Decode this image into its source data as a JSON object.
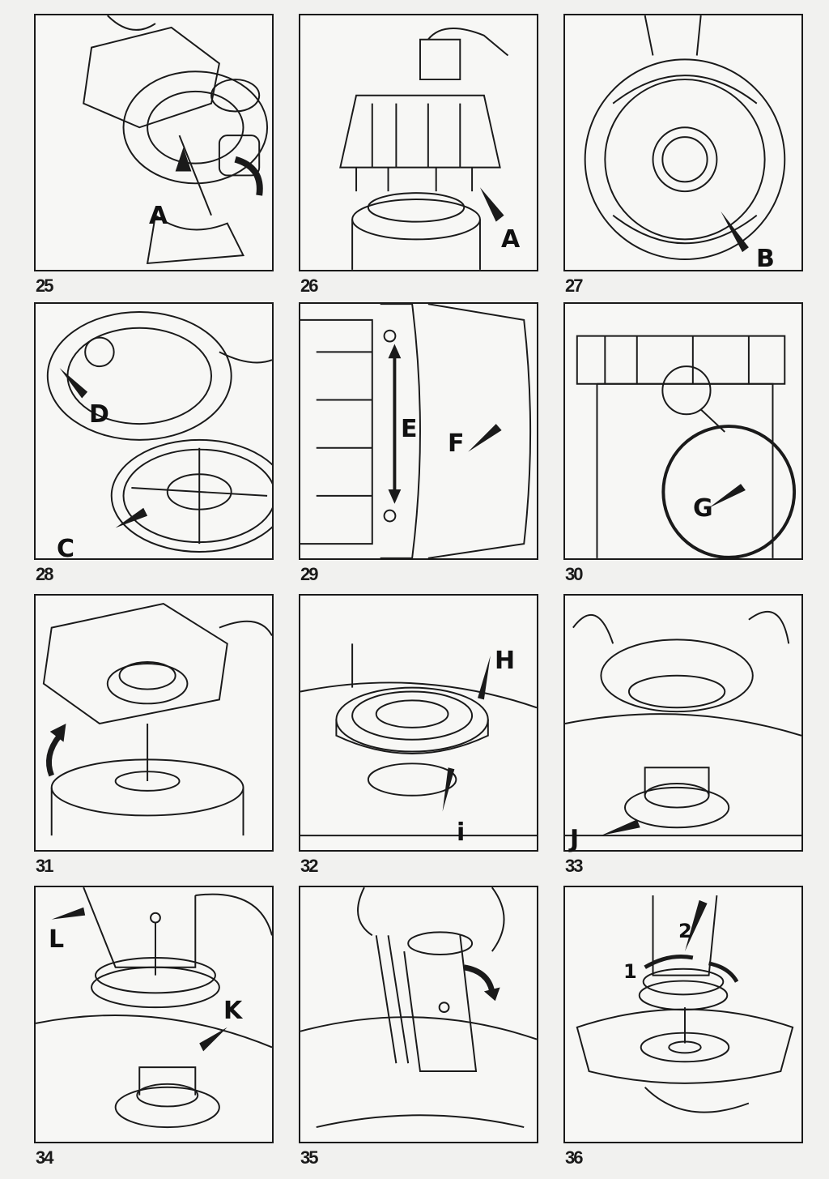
{
  "panels": [
    {
      "number": "25",
      "labels": [
        "A"
      ]
    },
    {
      "number": "26",
      "labels": [
        "A"
      ]
    },
    {
      "number": "27",
      "labels": [
        "B"
      ]
    },
    {
      "number": "28",
      "labels": [
        "D",
        "C"
      ]
    },
    {
      "number": "29",
      "labels": [
        "E",
        "F"
      ]
    },
    {
      "number": "30",
      "labels": [
        "G"
      ]
    },
    {
      "number": "31",
      "labels": []
    },
    {
      "number": "32",
      "labels": [
        "H",
        "i"
      ]
    },
    {
      "number": "33",
      "labels": [
        "J"
      ]
    },
    {
      "number": "34",
      "labels": [
        "L",
        "K"
      ]
    },
    {
      "number": "35",
      "labels": []
    },
    {
      "number": "36",
      "labels": [
        "1",
        "2"
      ]
    }
  ],
  "colors": {
    "line": "#1a1a1a",
    "paper": "#f7f7f5",
    "page": "#f1f1ef"
  }
}
